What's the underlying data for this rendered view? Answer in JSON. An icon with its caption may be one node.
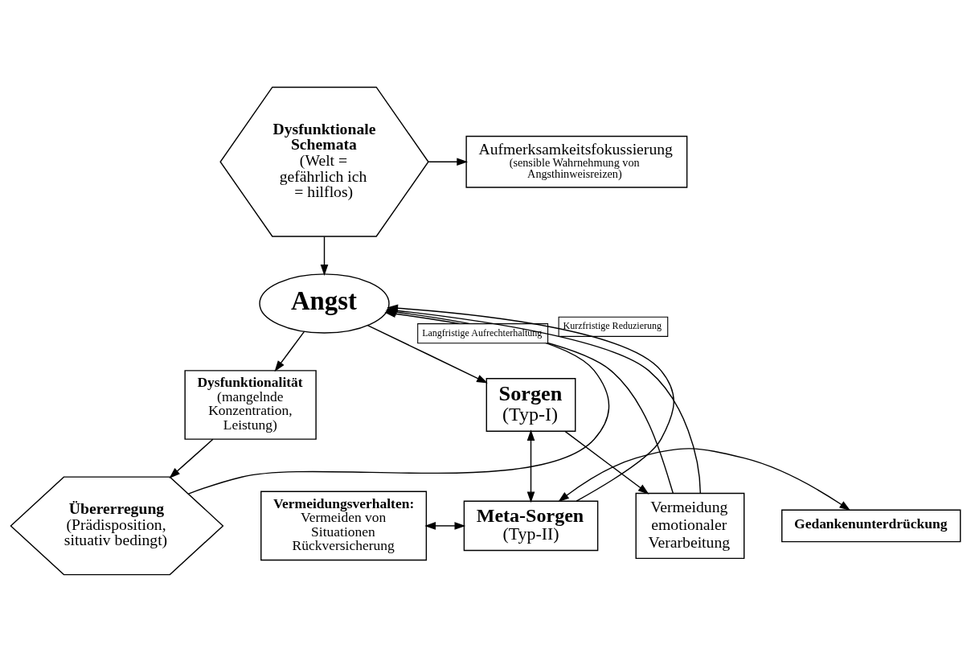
{
  "diagram": {
    "nodes": [
      {
        "text": [
          "Dysfunktionale Schemata",
          "(Welt = gefährlich ich = hilflos)"
        ]
      },
      {
        "text": [
          "Aufmerksamkeitsfokussierung",
          "(sensible Wahrnehmung von Angsthinweisreizen)"
        ]
      },
      {
        "text": [
          "Angst"
        ]
      },
      {
        "text": [
          "Übererregung",
          "(Prädisposition, situativ bedingt)"
        ]
      },
      {
        "text": [
          "Vermeidung emotionaler Verarbeitung"
        ]
      },
      {
        "text": [
          "Sorgen",
          "(Typ-I)"
        ]
      },
      {
        "text": [
          "Dysfunktionalität",
          "(mangelnde Konzentration, Leistung)"
        ]
      },
      {
        "text": [
          "Vermeidungsverhalten:",
          "Vermeiden von Situationen Rückversicherung"
        ]
      },
      {
        "text": [
          "Meta-Sorgen",
          "(Typ-II)"
        ]
      },
      {
        "text": [
          "Gedankenunterdrückung"
        ]
      }
    ],
    "edges": [
      {
        "from": 0,
        "to": 1,
        "arrow": "to"
      },
      {
        "from": 0,
        "to": 2,
        "arrow": "to"
      },
      {
        "from": 3,
        "to": 2,
        "arrow": "to"
      },
      {
        "from": 4,
        "to": 2,
        "arrow": "to",
        "label": "Langfristige Aufrechterhaltung"
      },
      {
        "from": 4,
        "to": 2,
        "arrow": "to",
        "label": "Kurzfristige Reduzierung"
      },
      {
        "from": 2,
        "to": 5,
        "arrow": "to"
      },
      {
        "from": 5,
        "to": 4,
        "arrow": "to"
      },
      {
        "from": 2,
        "to": 6,
        "arrow": "to"
      },
      {
        "from": 6,
        "to": 3,
        "arrow": "to"
      },
      {
        "from": 5,
        "to": 8,
        "arrow": "both"
      },
      {
        "from": 7,
        "to": 8,
        "arrow": "both"
      },
      {
        "from": 8,
        "to": 2,
        "arrow": "to"
      },
      {
        "from": 8,
        "to": 9,
        "arrow": "both"
      }
    ]
  }
}
